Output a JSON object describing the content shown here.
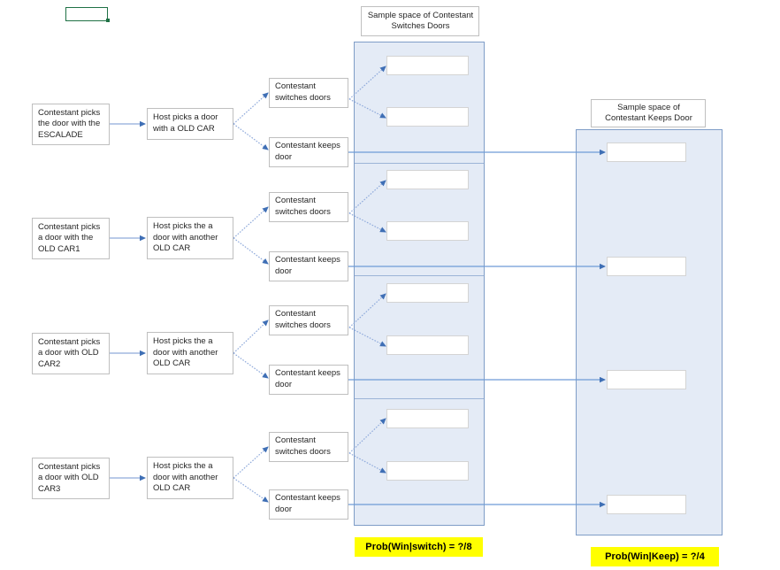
{
  "page": {
    "title": "Monty Hall Problem Probability Tree",
    "background": "#ffffff",
    "accent_panel_fill": "#E4EBF6",
    "accent_panel_border": "#7F9DC7",
    "connector_color": "#4472C4",
    "node_border": "#bfbfbf",
    "highlight_color": "#FFFF00",
    "green_border": "#1F7145"
  },
  "top_left_box": {
    "label": ""
  },
  "headers": {
    "switch_panel": "Sample space of Contestant Switches Doors",
    "keep_panel": "Sample space of Contestant Keeps Door"
  },
  "branches": [
    {
      "pick": "Contestant picks the door with the ESCALADE",
      "host": "Host picks a door with a OLD CAR",
      "switch": "Contestant switches doors",
      "keep": "Contestant keeps door",
      "switch_outcomes": [
        "",
        ""
      ],
      "keep_outcome": ""
    },
    {
      "pick": "Contestant picks a door with the OLD CAR1",
      "host": "Host picks the a door with another OLD CAR",
      "switch": "Contestant switches doors",
      "keep": "Contestant keeps door",
      "switch_outcomes": [
        "",
        ""
      ],
      "keep_outcome": ""
    },
    {
      "pick": "Contestant picks a door with OLD CAR2",
      "host": "Host picks the a door with another OLD CAR",
      "switch": "Contestant switches doors",
      "keep": "Contestant keeps door",
      "switch_outcomes": [
        "",
        ""
      ],
      "keep_outcome": ""
    },
    {
      "pick": "Contestant picks a door with OLD CAR3",
      "host": "Host picks the a door with another OLD CAR",
      "switch": "Contestant switches doors",
      "keep": "Contestant keeps door",
      "switch_outcomes": [
        "",
        ""
      ],
      "keep_outcome": ""
    }
  ],
  "probabilities": {
    "switch": "Prob(Win|switch) = ?/8",
    "keep": "Prob(Win|Keep) = ?/4"
  }
}
